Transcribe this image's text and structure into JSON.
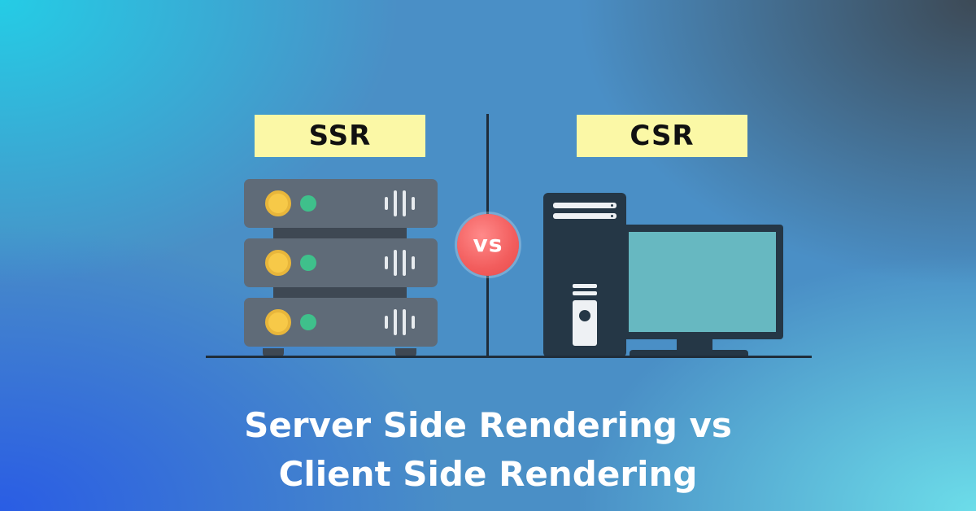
{
  "labels": {
    "left": "SSR",
    "right": "CSR",
    "versus": "vs"
  },
  "title": {
    "line1": "Server Side Rendering vs",
    "line2": "Client Side Rendering"
  },
  "icons": [
    "server-rack-icon",
    "desktop-computer-icon",
    "vs-badge"
  ],
  "colors": {
    "label_background": "#fbf8a6",
    "vs_badge": "#f25d5d",
    "server_body": "#5f6b78",
    "computer_body": "#253746",
    "monitor_screen": "#67b8c1",
    "title_text": "#ffffff"
  }
}
